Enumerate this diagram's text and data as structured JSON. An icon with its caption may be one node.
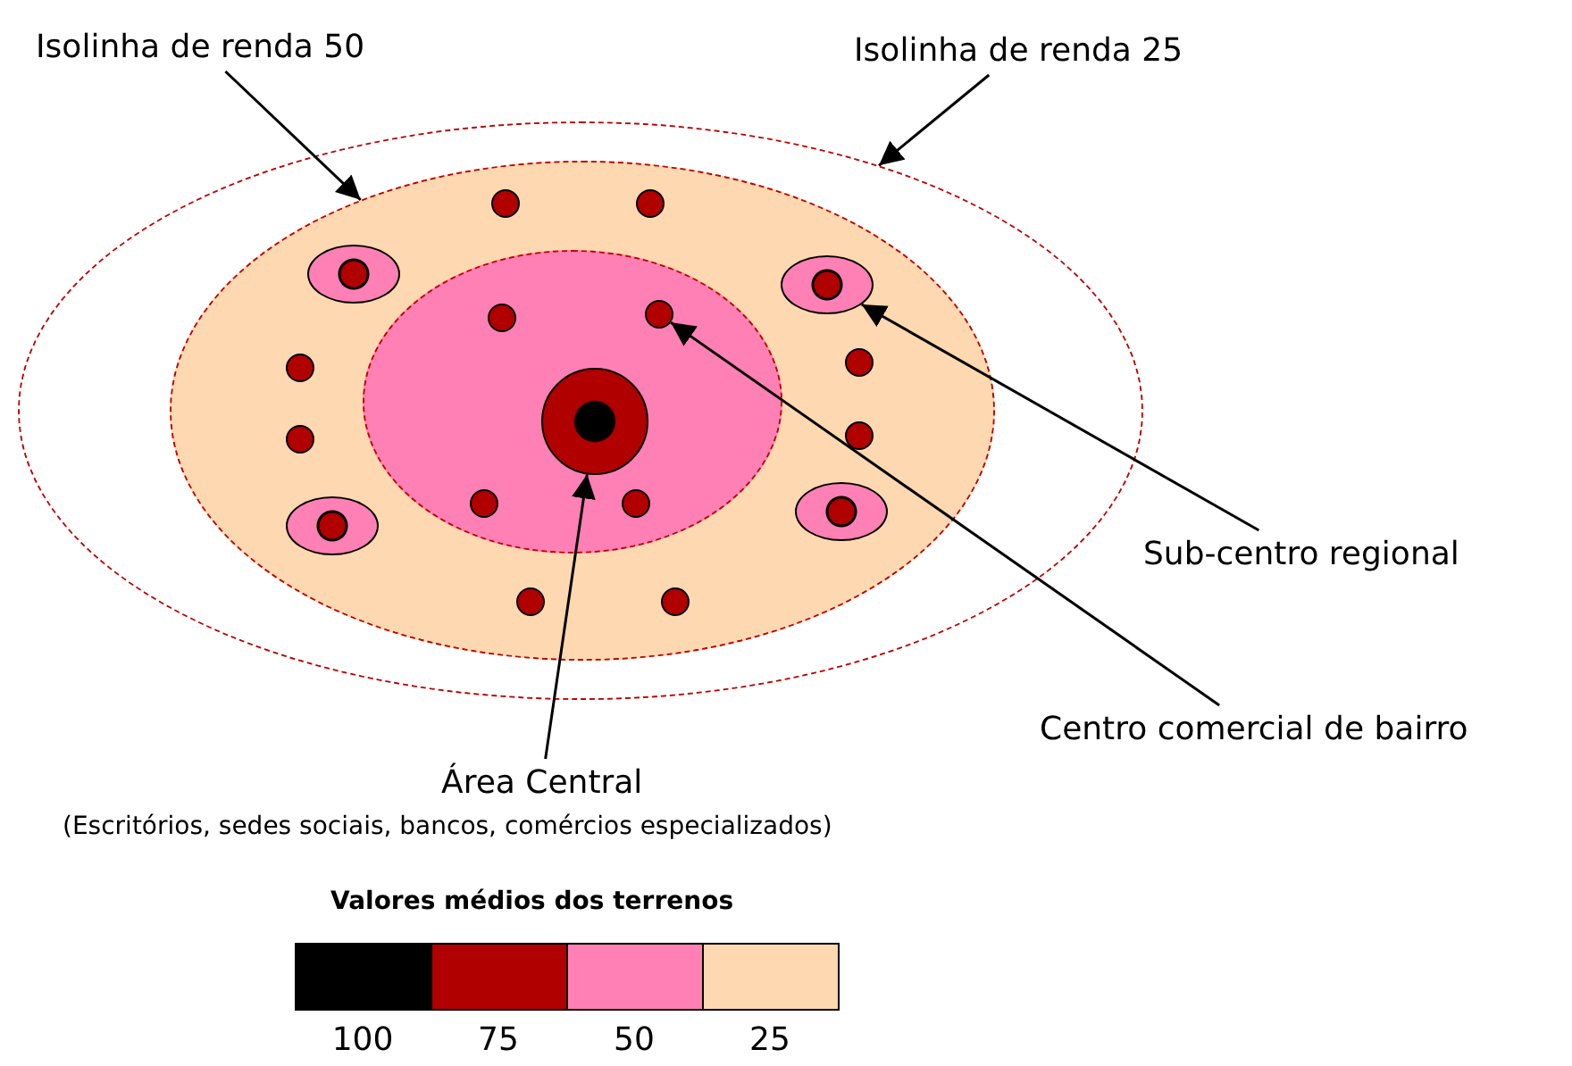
{
  "diagram": {
    "nodes": [
      {
        "text": [
          "Isolinha de renda 50"
        ]
      },
      {
        "text": [
          "Isolinha de renda 25"
        ]
      },
      {
        "text": [],
        "shape": "ellipse"
      },
      {
        "text": [],
        "shape": "ellipse",
        "in": 2
      },
      {
        "text": [],
        "shape": "ellipse",
        "in": 3
      },
      {
        "text": [],
        "shape": "circle",
        "in": 4
      },
      {
        "text": [],
        "shape": "ellipse",
        "in": 3
      },
      {
        "text": [],
        "shape": "circle",
        "in": 4
      },
      {
        "text": [
          "Sub-centro regional"
        ]
      },
      {
        "text": [
          "Centro comercial de bairro"
        ]
      },
      {
        "text": [
          "Área Central"
        ],
        "beside": [
          "(Escritórios, sedes sociais, bancos, comércios especializados)"
        ]
      },
      {
        "text": [],
        "shape": "ellipse",
        "in": 3
      },
      {
        "text": [],
        "shape": "ellipse",
        "in": 3
      },
      {
        "text": [],
        "shape": "ellipse",
        "in": 3
      },
      {
        "text": [],
        "shape": "circle",
        "in": 3
      },
      {
        "text": [],
        "shape": "circle",
        "in": 3
      },
      {
        "text": [],
        "shape": "circle",
        "in": 3
      },
      {
        "text": [],
        "shape": "circle",
        "in": 3
      },
      {
        "text": [],
        "shape": "circle",
        "in": 3
      },
      {
        "text": [],
        "shape": "circle",
        "in": 3
      },
      {
        "text": [],
        "shape": "circle",
        "in": 3
      },
      {
        "text": [],
        "shape": "circle",
        "in": 3
      },
      {
        "text": [],
        "shape": "circle",
        "in": 4
      },
      {
        "text": [],
        "shape": "circle",
        "in": 4
      },
      {
        "text": [],
        "shape": "circle",
        "in": 4
      }
    ],
    "edges": [
      {
        "from": 0,
        "to": 3,
        "arrow": "to"
      },
      {
        "from": 1,
        "to": 2,
        "arrow": "to"
      },
      {
        "from": 8,
        "to": 6,
        "arrow": "to"
      },
      {
        "from": 9,
        "to": 7,
        "arrow": "to"
      },
      {
        "from": 10,
        "to": 5,
        "arrow": "to"
      }
    ],
    "labels": [
      "Valores médios dos terrenos"
    ],
    "legend": [
      {
        "text": "100",
        "color": "#000000"
      },
      {
        "text": "75",
        "color": "#b00000"
      },
      {
        "text": "50",
        "color": "#ff80b4"
      },
      {
        "text": "25",
        "color": "#fdd8b0"
      }
    ]
  }
}
